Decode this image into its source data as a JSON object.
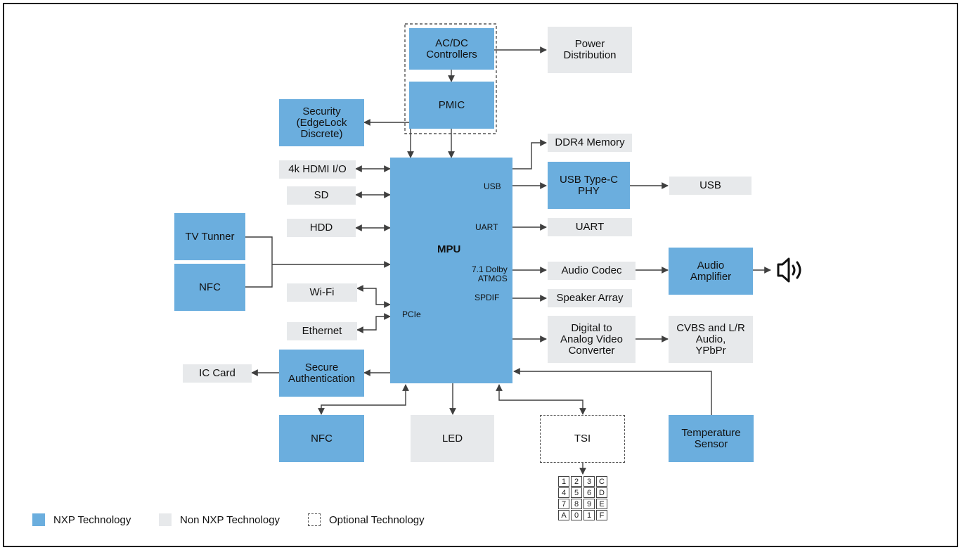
{
  "blocks": {
    "acdc": "AC/DC\nControllers",
    "power_distribution": "Power\nDistribution",
    "pmic": "PMIC",
    "security": "Security\n(EdgeLock\nDiscrete)",
    "hdmi": "4k HDMI I/O",
    "sd": "SD",
    "hdd": "HDD",
    "tv_tuner": "TV Tunner",
    "nfc_left": "NFC",
    "wifi": "Wi-Fi",
    "ethernet": "Ethernet",
    "ic_card": "IC Card",
    "secure_auth": "Secure\nAuthentication",
    "nfc_bottom": "NFC",
    "led": "LED",
    "tsi": "TSI",
    "temperature_sensor": "Temperature\nSensor",
    "ddr4": "DDR4 Memory",
    "usb_phy": "USB Type-C\nPHY",
    "usb_out": "USB",
    "uart_out": "UART",
    "audio_codec": "Audio Codec",
    "audio_amplifier": "Audio\nAmplifier",
    "speaker_array": "Speaker Array",
    "dac": "Digital to\nAnalog Video\nConverter",
    "cvbs": "CVBS and L/R\nAudio,\nYPbPr"
  },
  "mpu": {
    "title": "MPU",
    "ports": {
      "usb": "USB",
      "uart": "UART",
      "dolby": "7.1 Dolby\nATMOS",
      "spdif": "SPDIF",
      "pcie": "PCIe"
    }
  },
  "keypad": [
    "1",
    "2",
    "3",
    "C",
    "4",
    "5",
    "6",
    "D",
    "7",
    "8",
    "9",
    "E",
    "A",
    "0",
    "1",
    "F"
  ],
  "legend": {
    "nxp": "NXP Technology",
    "non_nxp": "Non NXP Technology",
    "optional": "Optional Technology"
  },
  "colors": {
    "nxp": "#6baede",
    "non_nxp": "#e7e9eb",
    "line": "#3f3f3f"
  },
  "icons": [
    "speaker-icon"
  ]
}
